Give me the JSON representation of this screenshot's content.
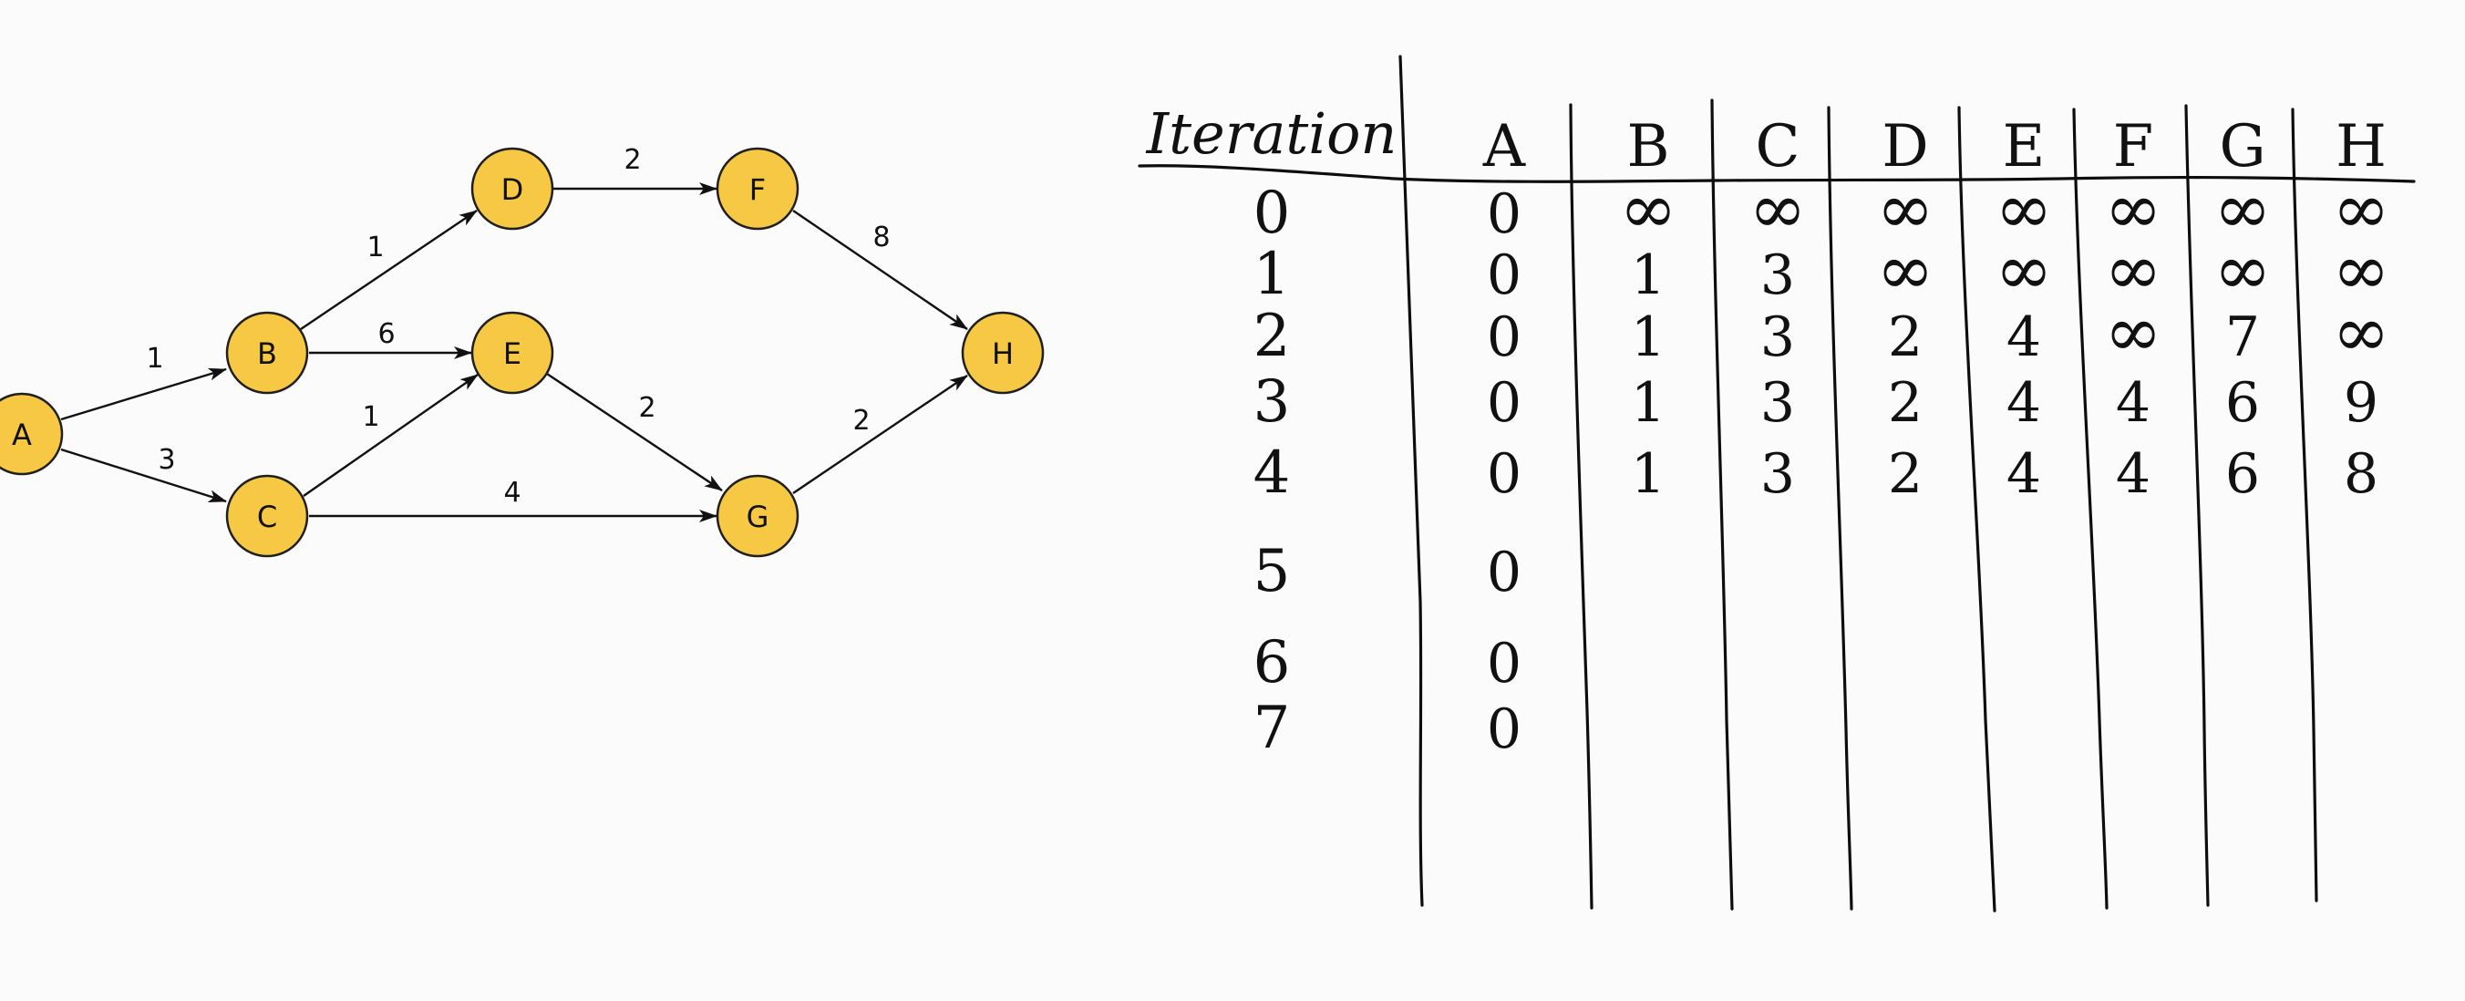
{
  "graph": {
    "nodes": [
      {
        "id": "A",
        "label": "A"
      },
      {
        "id": "B",
        "label": "B"
      },
      {
        "id": "C",
        "label": "C"
      },
      {
        "id": "D",
        "label": "D"
      },
      {
        "id": "E",
        "label": "E"
      },
      {
        "id": "F",
        "label": "F"
      },
      {
        "id": "G",
        "label": "G"
      },
      {
        "id": "H",
        "label": "H"
      }
    ],
    "edges": [
      {
        "from": "A",
        "to": "B",
        "weight": "1"
      },
      {
        "from": "A",
        "to": "C",
        "weight": "3"
      },
      {
        "from": "B",
        "to": "D",
        "weight": "1"
      },
      {
        "from": "B",
        "to": "E",
        "weight": "6"
      },
      {
        "from": "C",
        "to": "E",
        "weight": "1"
      },
      {
        "from": "C",
        "to": "G",
        "weight": "4"
      },
      {
        "from": "D",
        "to": "F",
        "weight": "2"
      },
      {
        "from": "E",
        "to": "G",
        "weight": "2"
      },
      {
        "from": "F",
        "to": "H",
        "weight": "8"
      },
      {
        "from": "G",
        "to": "H",
        "weight": "2"
      }
    ],
    "colors": {
      "node_fill": "#f7c843",
      "node_stroke": "#1f1f1f",
      "edge": "#111111"
    }
  },
  "table": {
    "header_label": "Iteration",
    "columns": [
      "A",
      "B",
      "C",
      "D",
      "E",
      "F",
      "G",
      "H"
    ],
    "iterations": [
      "0",
      "1",
      "2",
      "3",
      "4",
      "5",
      "6",
      "7"
    ],
    "rows": [
      [
        "0",
        "∞",
        "∞",
        "∞",
        "∞",
        "∞",
        "∞",
        "∞"
      ],
      [
        "0",
        "1",
        "3",
        "∞",
        "∞",
        "∞",
        "∞",
        "∞"
      ],
      [
        "0",
        "1",
        "3",
        "2",
        "4",
        "∞",
        "7",
        "∞"
      ],
      [
        "0",
        "1",
        "3",
        "2",
        "4",
        "4",
        "6",
        "9"
      ],
      [
        "0",
        "1",
        "3",
        "2",
        "4",
        "4",
        "6",
        "8"
      ],
      [
        "0",
        "",
        "",
        "",
        "",
        "",
        "",
        ""
      ],
      [
        "0",
        "",
        "",
        "",
        "",
        "",
        "",
        ""
      ],
      [
        "0",
        "",
        "",
        "",
        "",
        "",
        "",
        ""
      ]
    ]
  }
}
